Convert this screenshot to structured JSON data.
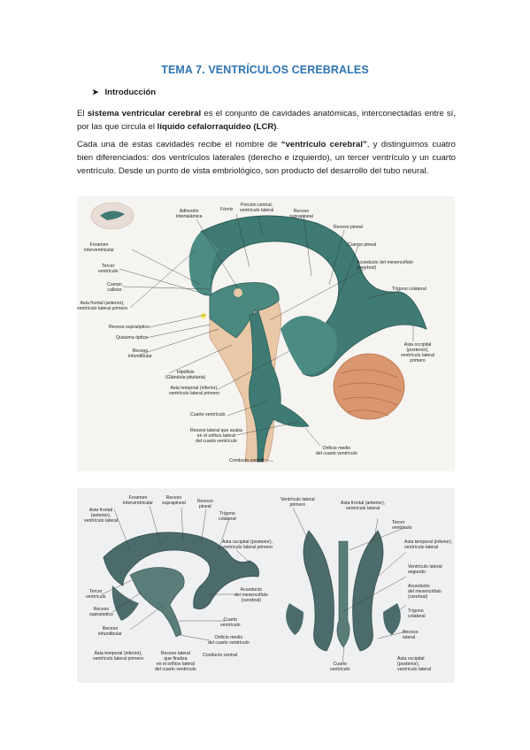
{
  "document": {
    "title": "TEMA 7. VENTRÍCULOS CEREBRALES",
    "section_heading": "Introducción",
    "paragraph1": {
      "t1": "El ",
      "b1": "sistema ventricular cerebral",
      "t2": " es el conjunto de cavidades anatómicas, interconectadas entre sí, por las que circula el ",
      "b2": "líquido cefalorraquídeo (LCR)",
      "t3": "."
    },
    "paragraph2": {
      "t1": "Cada una de estas cavidades recibe el nombre de ",
      "b1": "“ventrículo cerebral”",
      "t2": ", y distinguimos cuatro bien diferenciados: dos ventrículos laterales (derecho e izquierdo), un tercer ventrículo y un cuarto ventrículo. Desde un punto de vista embriológico, son producto del desarrollo del tubo neural."
    }
  },
  "figure1": {
    "labels": {
      "fornix": "Fórnix",
      "adhesion": "Adhesión\nintertalámica",
      "central": "Porción central,\nventrículo lateral",
      "suprapineal": "Receso\nsuprapineal",
      "pineal_recess": "Receso pineal",
      "pineal_body": "Cuerpo pineal",
      "foramen": "Foramen\ninterventricular",
      "third": "Tercer\nventrículo",
      "callosum": "Cuerpo\ncalloso",
      "frontal": "Asta frontal (anterior),\nventrículo lateral primero",
      "aqueduct": "Acueducto del mesencéfalo\n(cerebral)",
      "trigone": "Trígono colateral",
      "supraoptic": "Receso supraóptico",
      "chiasm": "Quiasma óptico",
      "infundibular": "Receso\ninfundibular",
      "hypophysis": "Hipófisis\n(Glándula pituitaria)",
      "occipital": "Asta occipital\n(posterior),\nventrículo lateral\nprimero",
      "temporal": "Asta temporal (inferior),\nventrículo lateral primero",
      "fourth": "Cuarto ventrículo",
      "lateral_recess": "Receso lateral que acaba\nen el orificio lateral\ndel cuarto ventrículo",
      "medial_orifice": "Orificio medio\ndel cuarto ventrículo",
      "central_canal": "Conducto central"
    }
  },
  "figure2": {
    "labels": {
      "foramen": "Foramen\ninterventricular",
      "suprapineal": "Receso\nsuprapineal",
      "pineal": "Receso\npineal",
      "frontal": "Asta frontal\n(anterior),\nventrículo lateral",
      "trigone": "Trígono\ncolateral",
      "occipital": "Asta occipital (posterior),\nventrículo lateral primero",
      "third": "Tercer\nventrículo",
      "supraoptic": "Receso\nsupraóptico",
      "infundibular": "Receso\ninfundibular",
      "aqueduct": "Acueducto\ndel mesencéfalo\n(cerebral)",
      "fourth": "Cuarto\nventrículo",
      "medial_orifice": "Orificio medio\ndel cuarto ventrículo",
      "central_canal": "Conducto central",
      "temporal": "Asta temporal (inferior),\nventrículo lateral primero",
      "lateral_recess": "Receso lateral\nque finaliza\nen el orificio lateral\ndel cuarto ventrículo",
      "r_lateral_first": "Ventrículo lateral\nprimero",
      "r_frontal": "Asta frontal (anterior),\nventrículo lateral",
      "r_third": "Tercer\nventrículo",
      "r_temporal": "Asta temporal (inferior),\nventrículo lateral",
      "r_lateral_second": "Ventrículo lateral\nsegundo",
      "r_aqueduct": "Acueducto\ndel mesencéfalo\n(cerebral)",
      "r_trigone": "Trígono\ncolateral",
      "r_lateral_recess": "Receso\nlateral",
      "r_fourth": "Cuarto\nventrículo",
      "r_occipital": "Asta occipital\n(posterior),\nventrículo lateral"
    }
  }
}
